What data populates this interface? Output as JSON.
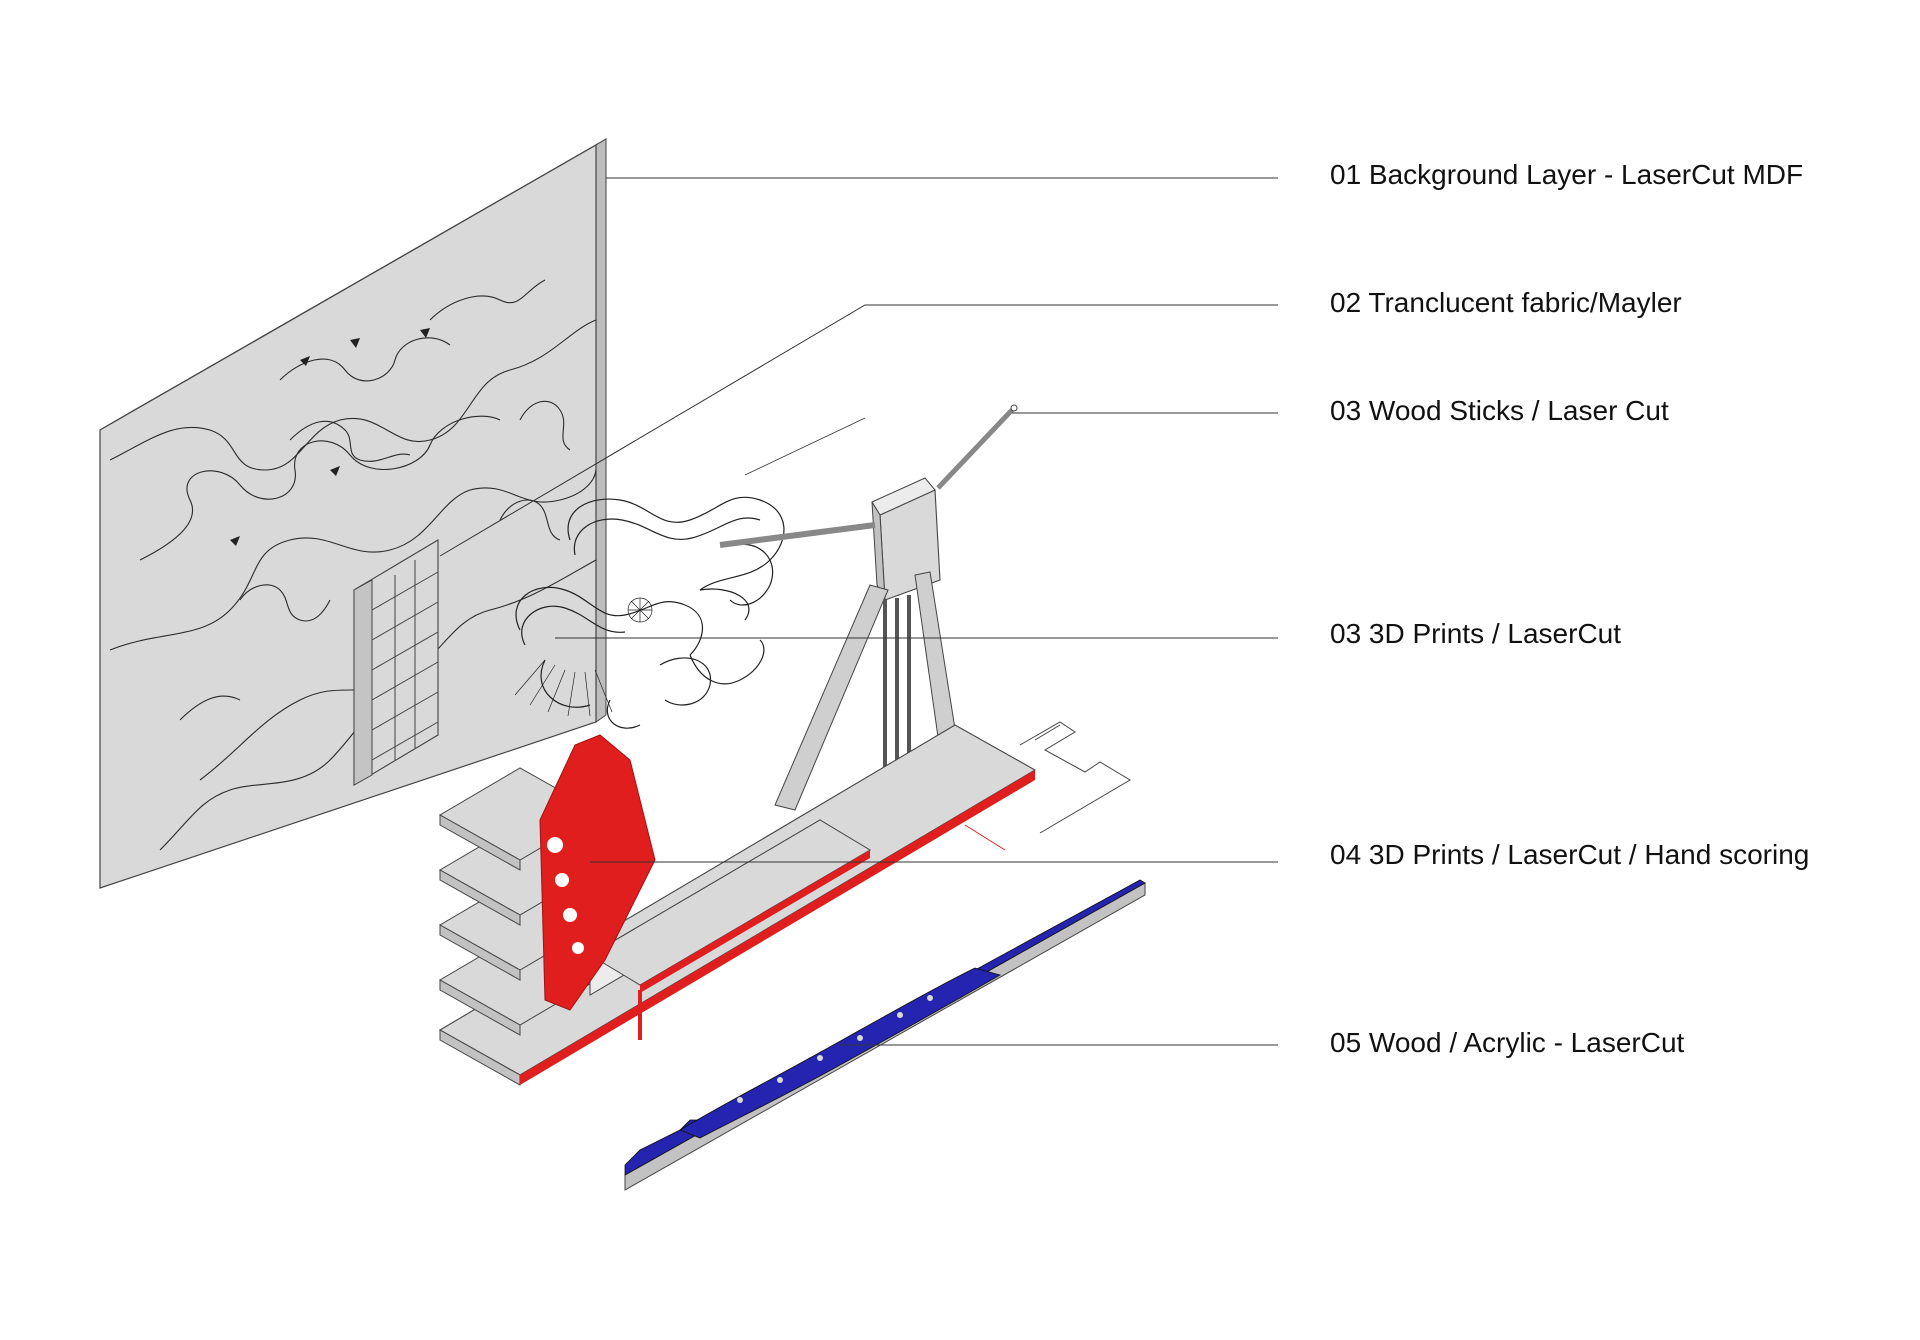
{
  "labels": [
    {
      "id": "background-layer",
      "text": "01 Background Layer - LaserCut MDF"
    },
    {
      "id": "translucent-fabric",
      "text": "02 Tranclucent fabric/Mayler"
    },
    {
      "id": "wood-sticks",
      "text": "03 Wood Sticks / Laser Cut"
    },
    {
      "id": "3d-prints",
      "text": "03 3D Prints / LaserCut"
    },
    {
      "id": "3d-prints-hand-scoring",
      "text": "04 3D Prints / LaserCut / Hand scoring"
    },
    {
      "id": "wood-acrylic",
      "text": "05 Wood / Acrylic - LaserCut"
    }
  ],
  "colors": {
    "panel_face": "#d9d9d9",
    "panel_side": "#c2c2c2",
    "panel_top": "#ececec",
    "red_layer": "#e01e1e",
    "blue_layer": "#2424b0",
    "leader_line": "#333333",
    "text": "#111111"
  }
}
